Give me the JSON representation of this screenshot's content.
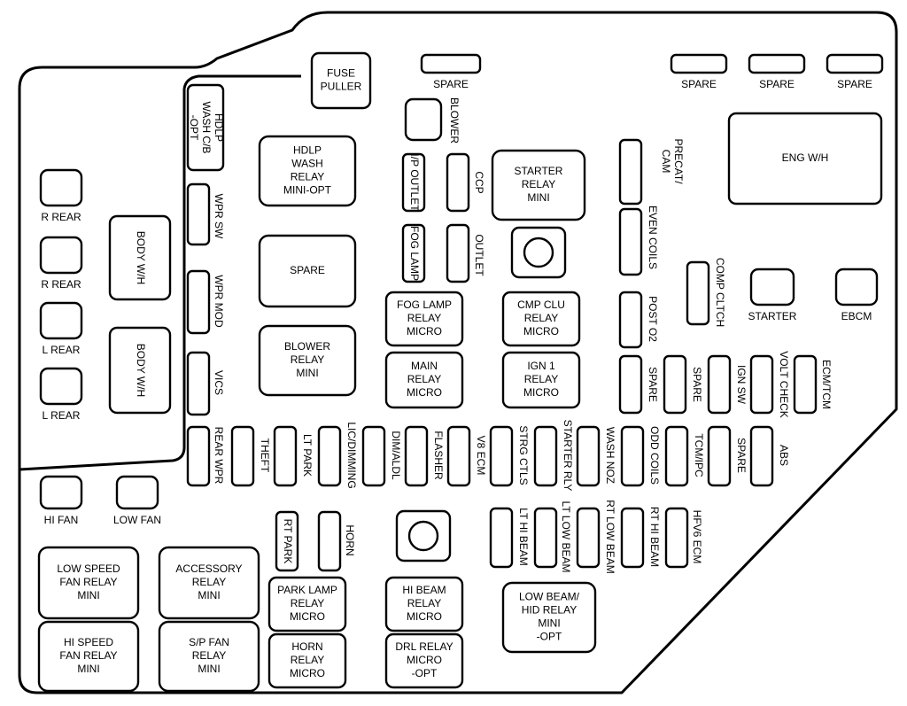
{
  "components": [
    {
      "id": "fuse-puller",
      "lines": [
        "FUSE",
        "PULLER"
      ]
    },
    {
      "id": "spare-top-1",
      "lines": [
        "SPARE"
      ]
    },
    {
      "id": "spare-top-2",
      "lines": [
        "SPARE"
      ]
    },
    {
      "id": "spare-top-3",
      "lines": [
        "SPARE"
      ]
    },
    {
      "id": "spare-top-4",
      "lines": [
        "SPARE"
      ]
    },
    {
      "id": "hdlp-wash-cb",
      "lines": [
        "HDLP",
        "WASH C/B",
        "-OPT"
      ]
    },
    {
      "id": "blower",
      "lines": [
        "BLOWER"
      ]
    },
    {
      "id": "hdlp-wash-relay",
      "lines": [
        "HDLP",
        "WASH",
        "RELAY",
        "MINI-OPT"
      ]
    },
    {
      "id": "ip-outlet",
      "lines": [
        "I/P OUTLET"
      ]
    },
    {
      "id": "ccp",
      "lines": [
        "CCP"
      ]
    },
    {
      "id": "starter-relay",
      "lines": [
        "STARTER",
        "RELAY",
        "MINI"
      ]
    },
    {
      "id": "precat-cam",
      "lines": [
        "PRECAT/",
        "CAM"
      ]
    },
    {
      "id": "eng-wh",
      "lines": [
        "ENG W/H"
      ]
    },
    {
      "id": "wpr-sw",
      "lines": [
        "WPR SW"
      ]
    },
    {
      "id": "fog-lamp",
      "lines": [
        "FOG LAMP"
      ]
    },
    {
      "id": "outlet",
      "lines": [
        "OUTLET"
      ]
    },
    {
      "id": "even-coils",
      "lines": [
        "EVEN COILS"
      ]
    },
    {
      "id": "comp-cltch",
      "lines": [
        "COMP CLTCH"
      ]
    },
    {
      "id": "starter",
      "lines": [
        "STARTER"
      ]
    },
    {
      "id": "ebcm",
      "lines": [
        "EBCM"
      ]
    },
    {
      "id": "r-rear-1",
      "lines": [
        "R REAR"
      ]
    },
    {
      "id": "body-wh-1",
      "lines": [
        "BODY W/H"
      ]
    },
    {
      "id": "spare-mid",
      "lines": [
        "SPARE"
      ]
    },
    {
      "id": "r-rear-2",
      "lines": [
        "R REAR"
      ]
    },
    {
      "id": "wpr-mod",
      "lines": [
        "WPR MOD"
      ]
    },
    {
      "id": "fog-lamp-relay",
      "lines": [
        "FOG LAMP",
        "RELAY",
        "MICRO"
      ]
    },
    {
      "id": "cmp-clu-relay",
      "lines": [
        "CMP CLU",
        "RELAY",
        "MICRO"
      ]
    },
    {
      "id": "post-o2",
      "lines": [
        "POST O2"
      ]
    },
    {
      "id": "l-rear-1",
      "lines": [
        "L REAR"
      ]
    },
    {
      "id": "body-wh-2",
      "lines": [
        "BODY W/H"
      ]
    },
    {
      "id": "blower-relay",
      "lines": [
        "BLOWER",
        "RELAY",
        "MINI"
      ]
    },
    {
      "id": "vics",
      "lines": [
        "VICS"
      ]
    },
    {
      "id": "main-relay",
      "lines": [
        "MAIN",
        "RELAY",
        "MICRO"
      ]
    },
    {
      "id": "ign1-relay",
      "lines": [
        "IGN 1",
        "RELAY",
        "MICRO"
      ]
    },
    {
      "id": "spare-r1",
      "lines": [
        "SPARE"
      ]
    },
    {
      "id": "spare-r2",
      "lines": [
        "SPARE"
      ]
    },
    {
      "id": "ign-sw",
      "lines": [
        "IGN SW"
      ]
    },
    {
      "id": "volt-check",
      "lines": [
        "VOLT CHECK"
      ]
    },
    {
      "id": "ecm-tcm",
      "lines": [
        "ECM/TCM"
      ]
    },
    {
      "id": "l-rear-2",
      "lines": [
        "L REAR"
      ]
    },
    {
      "id": "rear-wpr",
      "lines": [
        "REAR WPR"
      ]
    },
    {
      "id": "theft",
      "lines": [
        "THEFT"
      ]
    },
    {
      "id": "lt-park",
      "lines": [
        "LT PARK"
      ]
    },
    {
      "id": "lic-dimming",
      "lines": [
        "LIC/DIMMING"
      ]
    },
    {
      "id": "dim-aldl",
      "lines": [
        "DIM/ALDL"
      ]
    },
    {
      "id": "flasher",
      "lines": [
        "FLASHER"
      ]
    },
    {
      "id": "v8-ecm",
      "lines": [
        "V8 ECM"
      ]
    },
    {
      "id": "strg-ctls",
      "lines": [
        "STRG CTLS"
      ]
    },
    {
      "id": "starter-rly",
      "lines": [
        "STARTER RLY"
      ]
    },
    {
      "id": "wash-noz",
      "lines": [
        "WASH NOZ"
      ]
    },
    {
      "id": "odd-coils",
      "lines": [
        "ODD COILS"
      ]
    },
    {
      "id": "tcm-ipc",
      "lines": [
        "TCM/IPC"
      ]
    },
    {
      "id": "spare-fuse-row",
      "lines": [
        "SPARE"
      ]
    },
    {
      "id": "abs",
      "lines": [
        "ABS"
      ]
    },
    {
      "id": "hi-fan",
      "lines": [
        "HI FAN"
      ]
    },
    {
      "id": "low-fan",
      "lines": [
        "LOW FAN"
      ]
    },
    {
      "id": "rt-park",
      "lines": [
        "RT PARK"
      ]
    },
    {
      "id": "horn",
      "lines": [
        "HORN"
      ]
    },
    {
      "id": "lt-hi-beam",
      "lines": [
        "LT HI BEAM"
      ]
    },
    {
      "id": "lt-low-beam",
      "lines": [
        "LT LOW BEAM"
      ]
    },
    {
      "id": "rt-low-beam",
      "lines": [
        "RT LOW BEAM"
      ]
    },
    {
      "id": "rt-hi-beam",
      "lines": [
        "RT HI BEAM"
      ]
    },
    {
      "id": "hfv6-ecm",
      "lines": [
        "HFV6 ECM"
      ]
    },
    {
      "id": "low-speed-fan-relay",
      "lines": [
        "LOW SPEED",
        "FAN RELAY",
        "MINI"
      ]
    },
    {
      "id": "accessory-relay",
      "lines": [
        "ACCESSORY",
        "RELAY",
        "MINI"
      ]
    },
    {
      "id": "park-lamp-relay",
      "lines": [
        "PARK LAMP",
        "RELAY",
        "MICRO"
      ]
    },
    {
      "id": "hi-beam-relay",
      "lines": [
        "HI BEAM",
        "RELAY",
        "MICRO"
      ]
    },
    {
      "id": "low-beam-hid-relay",
      "lines": [
        "LOW BEAM/",
        "HID RELAY",
        "MINI",
        "-OPT"
      ]
    },
    {
      "id": "hi-speed-fan-relay",
      "lines": [
        "HI SPEED",
        "FAN RELAY",
        "MINI"
      ]
    },
    {
      "id": "sp-fan-relay",
      "lines": [
        "S/P FAN",
        "RELAY",
        "MINI"
      ]
    },
    {
      "id": "horn-relay",
      "lines": [
        "HORN",
        "RELAY",
        "MICRO"
      ]
    },
    {
      "id": "drl-relay",
      "lines": [
        "DRL RELAY",
        "MICRO",
        "-OPT"
      ]
    }
  ]
}
